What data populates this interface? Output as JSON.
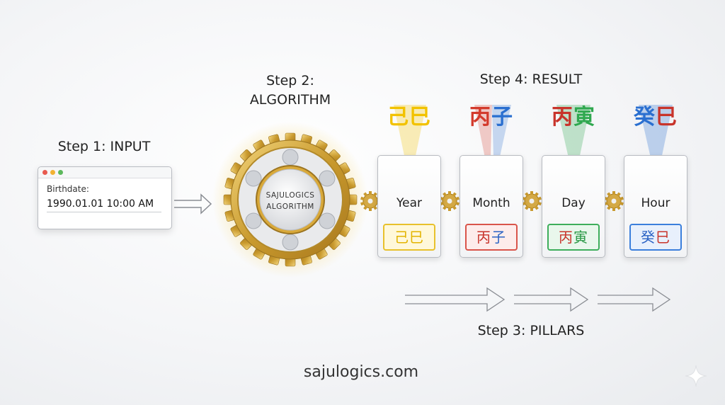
{
  "steps": {
    "input": "Step 1: INPUT",
    "algorithm_line1": "Step 2:",
    "algorithm_line2": "ALGORITHM",
    "pillars": "Step 3: PILLARS",
    "result": "Step 4: RESULT"
  },
  "input_window": {
    "label": "Birthdate:",
    "value": "1990.01.01  10:00 AM",
    "dot_colors": [
      "#e85a4f",
      "#f2b233",
      "#5cb85c"
    ]
  },
  "algorithm": {
    "line1": "SAJULOGICS",
    "line2": "ALGORITHM"
  },
  "pillars": [
    {
      "name": "Year",
      "chars": "己巳",
      "top_color": "#f2c200",
      "chip_text_color": "#e3b400",
      "chip_border": "#e8c12c",
      "chip_bg": "#fff8da"
    },
    {
      "name": "Month",
      "chars": "丙子",
      "top_color": "#d33a2c",
      "top_color2": "#2a6fd0",
      "chip_text_color": "#c8342b",
      "chip_text_color2": "#2a62c4",
      "chip_border": "#d9544a",
      "chip_bg": "#fdeceb"
    },
    {
      "name": "Day",
      "chars": "丙寅",
      "top_color": "#2fa84f",
      "top_color2": "#c8342b",
      "chip_text_color": "#c8342b",
      "chip_text_color2": "#2c9a47",
      "chip_border": "#3eae5b",
      "chip_bg": "#e9f7ec"
    },
    {
      "name": "Hour",
      "chars": "癸巳",
      "top_color": "#2a6fd0",
      "top_color2": "#c8342b",
      "chip_text_color": "#2a62c4",
      "chip_text_color2": "#c8342b",
      "chip_border": "#3b7fdc",
      "chip_bg": "#e8f0fc"
    }
  ],
  "footer": "sajulogics.com",
  "colors": {
    "gold": "#c99a2e",
    "gold_light": "#f0d27a",
    "arrow": "#777a80"
  }
}
